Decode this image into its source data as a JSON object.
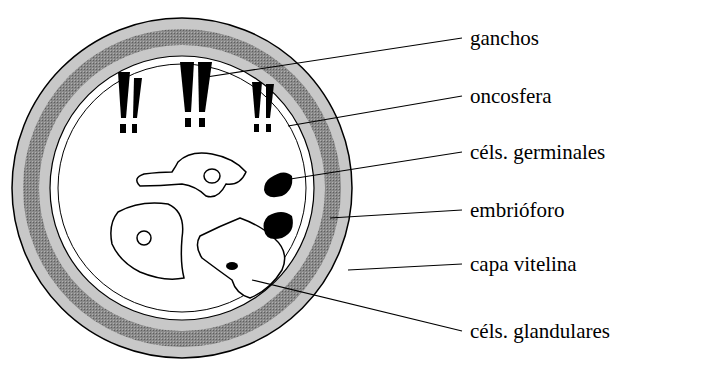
{
  "diagram": {
    "labels": [
      "ganchos",
      "oncosfera",
      "céls. germinales",
      "embrióforo",
      "capa vitelina",
      "céls. glandulares"
    ]
  }
}
